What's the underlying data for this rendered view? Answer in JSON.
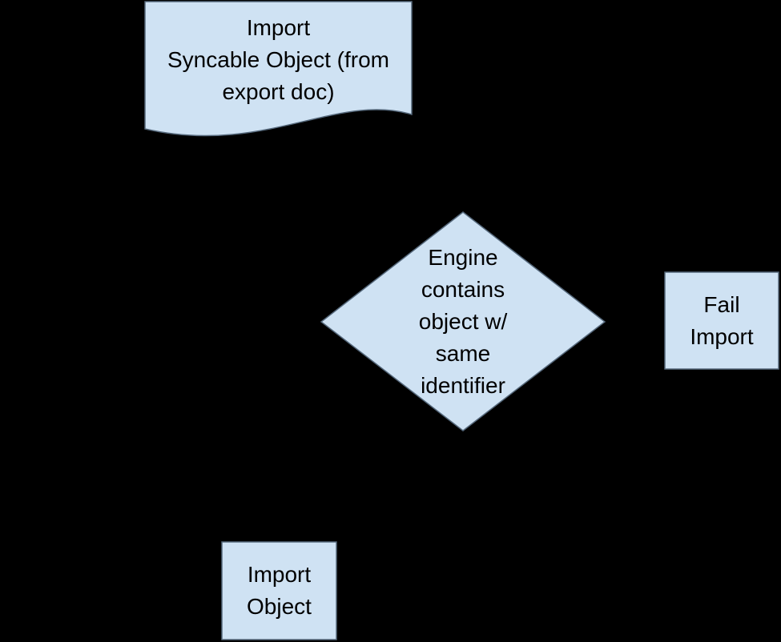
{
  "canvas": {
    "background_color": "#000000",
    "shape_fill_color": "#cfe2f3",
    "shape_border_color": "#55687b",
    "text_color": "#000000"
  },
  "flowchart": {
    "nodes": [
      {
        "id": "import-syncable-object",
        "shape": "document",
        "label": "Import\nSyncable Object (from\nexport doc)"
      },
      {
        "id": "engine-contains-object",
        "shape": "decision-diamond",
        "label": "Engine\ncontains\nobject w/\nsame\nidentifier"
      },
      {
        "id": "fail-import",
        "shape": "rectangle",
        "label": "Fail\nImport"
      },
      {
        "id": "import-object",
        "shape": "rectangle",
        "label": "Import\nObject"
      }
    ]
  }
}
